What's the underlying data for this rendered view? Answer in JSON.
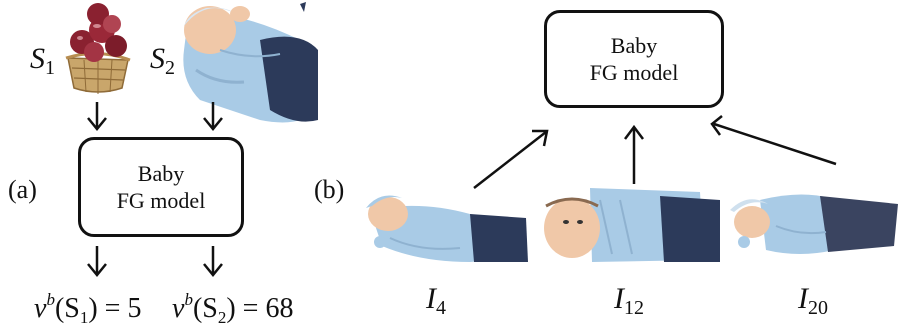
{
  "panel_a": {
    "label": "(a)",
    "segments": [
      {
        "base": "S",
        "sub": "1",
        "image_icon": "apple-basket-image"
      },
      {
        "base": "S",
        "sub": "2",
        "image_icon": "baby-image"
      }
    ],
    "model": {
      "line1": "Baby",
      "line2": "FG model"
    },
    "scores": [
      {
        "v": "v",
        "sup": "b",
        "open": "(S",
        "sub": "1",
        "close": ") = 5"
      },
      {
        "v": "v",
        "sup": "b",
        "open": "(S",
        "sub": "2",
        "close": ") = 68"
      }
    ]
  },
  "panel_b": {
    "label": "(b)",
    "model": {
      "line1": "Baby",
      "line2": "FG model"
    },
    "images": [
      {
        "base": "I",
        "sub": "4",
        "image_icon": "baby-image"
      },
      {
        "base": "I",
        "sub": "12",
        "image_icon": "baby-image"
      },
      {
        "base": "I",
        "sub": "20",
        "image_icon": "baby-image"
      }
    ]
  },
  "colors": {
    "text": "#111111",
    "apples": "#8a2130",
    "basket": "#c9a66b",
    "sweater": "#a9cbe6",
    "jeans": "#2c3a5a",
    "skin": "#f0c8a8"
  }
}
